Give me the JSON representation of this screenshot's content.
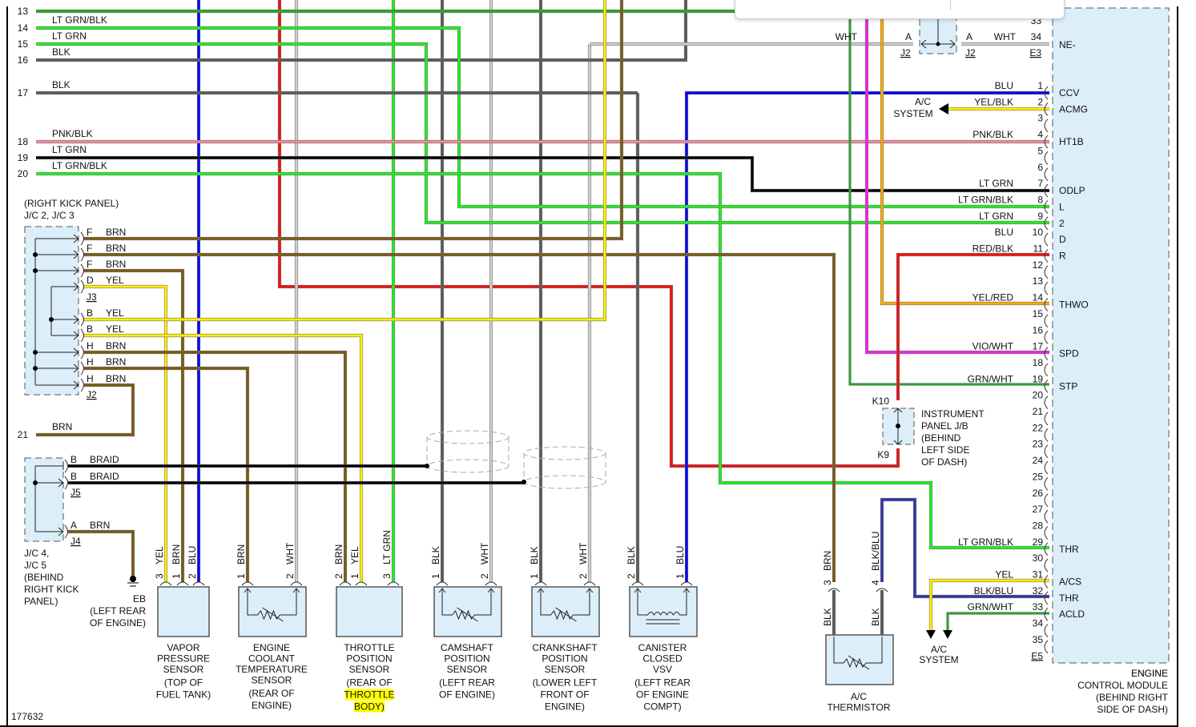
{
  "diagram_id": "177632",
  "colors": {
    "BLU": "#0000ee",
    "RED": "#ee1111",
    "WHT": "#cfcfcf",
    "LTGRN": "#22ee22",
    "BLK": "#5a5a5a",
    "BLKSOLID": "#000000",
    "BRN": "#7a5a14",
    "YEL": "#ffee00",
    "PNK": "#f08a9a",
    "GRN": "#22aa22",
    "VIO": "#ee22ee",
    "ORANGE": "#ffaa00",
    "BLKBLU": "#3333aa",
    "connector_fill": "#dceefa",
    "highlight": "#ffff00"
  },
  "left_pins": [
    {
      "num": "13",
      "color": "LT GRN/BLK",
      "label": ""
    },
    {
      "num": "14",
      "label": "LT GRN/BLK"
    },
    {
      "num": "15",
      "label": "LT GRN"
    },
    {
      "num": "16",
      "label": "BLK"
    },
    {
      "num": "17",
      "label": "BLK"
    },
    {
      "num": "18",
      "label": "PNK/BLK"
    },
    {
      "num": "19",
      "label": "LT GRN"
    },
    {
      "num": "20",
      "label": "LT GRN/BLK"
    },
    {
      "num": "21",
      "label": "BRN"
    }
  ],
  "ecm": {
    "name_lines": [
      "ENGINE",
      "CONTROL MODULE",
      "(BEHIND RIGHT",
      "SIDE OF DASH)"
    ],
    "top_connector": {
      "pin33": "33",
      "pin34": "34",
      "id": "E3",
      "signal": "NE-",
      "wire": "WHT"
    },
    "bottom_connector_id": "E5",
    "pins": [
      {
        "num": "1",
        "wire": "BLU",
        "signal": "CCV"
      },
      {
        "num": "2",
        "wire": "YEL/BLK",
        "signal": "ACMG"
      },
      {
        "num": "3",
        "wire": "",
        "signal": ""
      },
      {
        "num": "4",
        "wire": "PNK/BLK",
        "signal": "HT1B"
      },
      {
        "num": "5",
        "wire": "",
        "signal": ""
      },
      {
        "num": "6",
        "wire": "",
        "signal": ""
      },
      {
        "num": "7",
        "wire": "LT GRN",
        "signal": "ODLP"
      },
      {
        "num": "8",
        "wire": "LT GRN/BLK",
        "signal": "L"
      },
      {
        "num": "9",
        "wire": "LT GRN",
        "signal": "2"
      },
      {
        "num": "10",
        "wire": "BLU",
        "signal": "D"
      },
      {
        "num": "11",
        "wire": "RED/BLK",
        "signal": "R"
      },
      {
        "num": "12",
        "wire": "",
        "signal": ""
      },
      {
        "num": "13",
        "wire": "",
        "signal": ""
      },
      {
        "num": "14",
        "wire": "YEL/RED",
        "signal": "THWO"
      },
      {
        "num": "15",
        "wire": "",
        "signal": ""
      },
      {
        "num": "16",
        "wire": "",
        "signal": ""
      },
      {
        "num": "17",
        "wire": "VIO/WHT",
        "signal": "SPD"
      },
      {
        "num": "18",
        "wire": "",
        "signal": ""
      },
      {
        "num": "19",
        "wire": "GRN/WHT",
        "signal": "STP"
      },
      {
        "num": "20",
        "wire": "",
        "signal": ""
      },
      {
        "num": "21",
        "wire": "",
        "signal": ""
      },
      {
        "num": "22",
        "wire": "",
        "signal": ""
      },
      {
        "num": "23",
        "wire": "",
        "signal": ""
      },
      {
        "num": "24",
        "wire": "",
        "signal": ""
      },
      {
        "num": "25",
        "wire": "",
        "signal": ""
      },
      {
        "num": "26",
        "wire": "",
        "signal": ""
      },
      {
        "num": "27",
        "wire": "",
        "signal": ""
      },
      {
        "num": "28",
        "wire": "",
        "signal": ""
      },
      {
        "num": "29",
        "wire": "LT GRN/BLK",
        "signal": "THR"
      },
      {
        "num": "30",
        "wire": "",
        "signal": ""
      },
      {
        "num": "31",
        "wire": "YEL",
        "signal": "A/CS"
      },
      {
        "num": "32",
        "wire": "BLK/BLU",
        "signal": "THR"
      },
      {
        "num": "33",
        "wire": "GRN/WHT",
        "signal": "ACLD"
      },
      {
        "num": "34",
        "wire": "",
        "signal": ""
      },
      {
        "num": "35",
        "wire": "",
        "signal": ""
      }
    ]
  },
  "jc_top": {
    "title_lines": [
      "(RIGHT KICK PANEL)",
      "J/C 2, J/C 3"
    ],
    "pins": [
      {
        "letter": "F",
        "wire": "BRN"
      },
      {
        "letter": "F",
        "wire": "BRN"
      },
      {
        "letter": "F",
        "wire": "BRN"
      },
      {
        "letter": "D",
        "wire": "YEL"
      },
      {
        "letter": "B",
        "wire": "YEL"
      },
      {
        "letter": "B",
        "wire": "YEL"
      },
      {
        "letter": "H",
        "wire": "BRN"
      },
      {
        "letter": "H",
        "wire": "BRN"
      },
      {
        "letter": "H",
        "wire": "BRN"
      }
    ],
    "ids": [
      "J3",
      "J2"
    ]
  },
  "jc_bottom": {
    "title_lines": [
      "J/C 4,",
      "J/C 5",
      "(BEHIND",
      "RIGHT KICK",
      "PANEL)"
    ],
    "pins": [
      {
        "letter": "B",
        "wire": "BRAID"
      },
      {
        "letter": "B",
        "wire": "BRAID"
      },
      {
        "letter": "A",
        "wire": "BRN"
      }
    ],
    "ids": [
      "J5",
      "J4"
    ]
  },
  "ground": {
    "name": "EB",
    "location_lines": [
      "(LEFT REAR",
      "OF ENGINE)"
    ]
  },
  "j2_splice": {
    "left_pin": "A",
    "right_pin": "A",
    "left_id": "J2",
    "right_id": "J2",
    "wire": "WHT"
  },
  "ac_system_label_lines": [
    "A/C",
    "SYSTEM"
  ],
  "ip_jb": {
    "top": "K10",
    "bottom": "K9",
    "label_lines": [
      "INSTRUMENT",
      "PANEL J/B",
      "(BEHIND",
      "LEFT SIDE",
      "OF DASH)"
    ]
  },
  "sensors": [
    {
      "id": "vapor",
      "name_lines": [
        "VAPOR",
        "PRESSURE",
        "SENSOR"
      ],
      "loc_lines": [
        "(TOP OF",
        "FUEL TANK)"
      ],
      "pins": [
        {
          "num": "3",
          "wire": "YEL"
        },
        {
          "num": "1",
          "wire": "BRN"
        },
        {
          "num": "2",
          "wire": "BLU"
        }
      ]
    },
    {
      "id": "ect",
      "name_lines": [
        "ENGINE",
        "COOLANT",
        "TEMPERATURE",
        "SENSOR"
      ],
      "loc_lines": [
        "(REAR OF",
        "ENGINE)"
      ],
      "pins": [
        {
          "num": "1",
          "wire": "BRN"
        },
        {
          "num": "2",
          "wire": "WHT"
        }
      ]
    },
    {
      "id": "tps",
      "name_lines": [
        "THROTTLE",
        "POSITION",
        "SENSOR"
      ],
      "loc_lines": [
        "(REAR OF",
        "THROTTLE",
        "BODY)"
      ],
      "pins": [
        {
          "num": "2",
          "wire": "BRN"
        },
        {
          "num": "1",
          "wire": "YEL"
        },
        {
          "num": "3",
          "wire": "LT GRN"
        }
      ]
    },
    {
      "id": "cmp",
      "name_lines": [
        "CAMSHAFT",
        "POSITION",
        "SENSOR"
      ],
      "loc_lines": [
        "(LEFT REAR",
        "OF ENGINE)"
      ],
      "pins": [
        {
          "num": "1",
          "wire": "BLK"
        },
        {
          "num": "2",
          "wire": "WHT"
        }
      ]
    },
    {
      "id": "ckp",
      "name_lines": [
        "CRANKSHAFT",
        "POSITION",
        "SENSOR"
      ],
      "loc_lines": [
        "(LOWER LEFT",
        "FRONT OF",
        "ENGINE)"
      ],
      "pins": [
        {
          "num": "1",
          "wire": "BLK"
        },
        {
          "num": "2",
          "wire": "WHT"
        }
      ]
    },
    {
      "id": "vsv",
      "name_lines": [
        "CANISTER",
        "CLOSED",
        "VSV"
      ],
      "loc_lines": [
        "(LEFT REAR",
        "OF ENGINE",
        "COMPT)"
      ],
      "pins": [
        {
          "num": "2",
          "wire": "BLK"
        },
        {
          "num": "1",
          "wire": "BLU"
        }
      ]
    },
    {
      "id": "acth",
      "name_lines": [
        "A/C",
        "THERMISTOR"
      ],
      "loc_lines": [],
      "pins": [
        {
          "num": "3",
          "wire": "BRN",
          "inner": "BLK"
        },
        {
          "num": "4",
          "wire": "BLK/BLU",
          "inner": "BLK"
        }
      ]
    }
  ],
  "highlighted_text": "THROTTLE BODY"
}
